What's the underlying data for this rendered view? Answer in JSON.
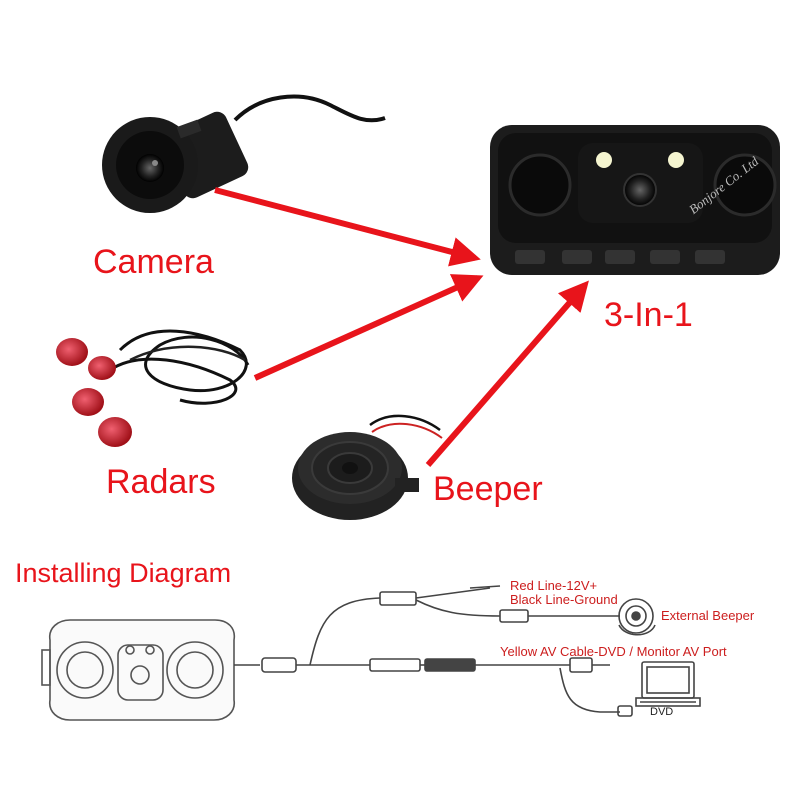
{
  "labels": {
    "camera": "Camera",
    "radars": "Radars",
    "beeper": "Beeper",
    "three_in_one": "3-In-1",
    "installing_diagram": "Installing Diagram"
  },
  "wiring": {
    "red_line": "Red Line-12V+",
    "black_line": "Black Line-Ground",
    "external_beeper": "External Beeper",
    "yellow_av": "Yellow AV Cable-DVD / Monitor AV Port",
    "dvd": "DVD"
  },
  "watermark": "Bonjore Co. Ltd",
  "colors": {
    "arrow": "#e8141b",
    "label_red": "#e8141b",
    "device_black": "#1c1c1c",
    "radar_red": "#c8202a"
  }
}
